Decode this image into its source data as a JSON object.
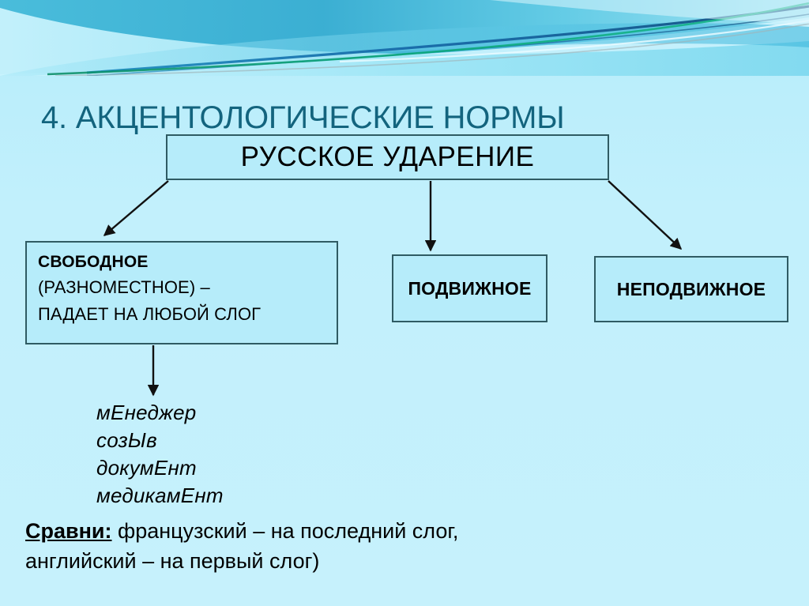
{
  "slide": {
    "title": "4. АКЦЕНТОЛОГИЧЕСКИЕ НОРМЫ",
    "background_color": "#c2f0fc",
    "title_color": "#13647e",
    "box_border_color": "#2f5b63",
    "box_fill_color": "#b6ecfa",
    "arrow_color": "#111111"
  },
  "diagram": {
    "root": {
      "label": "РУССКОЕ УДАРЕНИЕ"
    },
    "branches": [
      {
        "id": "free",
        "title": "СВОБОДНОЕ",
        "detail_line1": "(РАЗНОМЕСТНОЕ) –",
        "detail_line2": "ПАДАЕТ НА ЛЮБОЙ СЛОГ"
      },
      {
        "id": "mobile",
        "title": "ПОДВИЖНОЕ"
      },
      {
        "id": "immobile",
        "title": "НЕПОДВИЖНОЕ"
      }
    ]
  },
  "examples": {
    "items": [
      "мЕнеджер",
      "созЫв",
      "докумЕнт",
      "медикамЕнт"
    ]
  },
  "compare": {
    "lead": "Сравни:",
    "line1": " французский – на последний слог,",
    "line2": "английский – на первый слог)"
  }
}
